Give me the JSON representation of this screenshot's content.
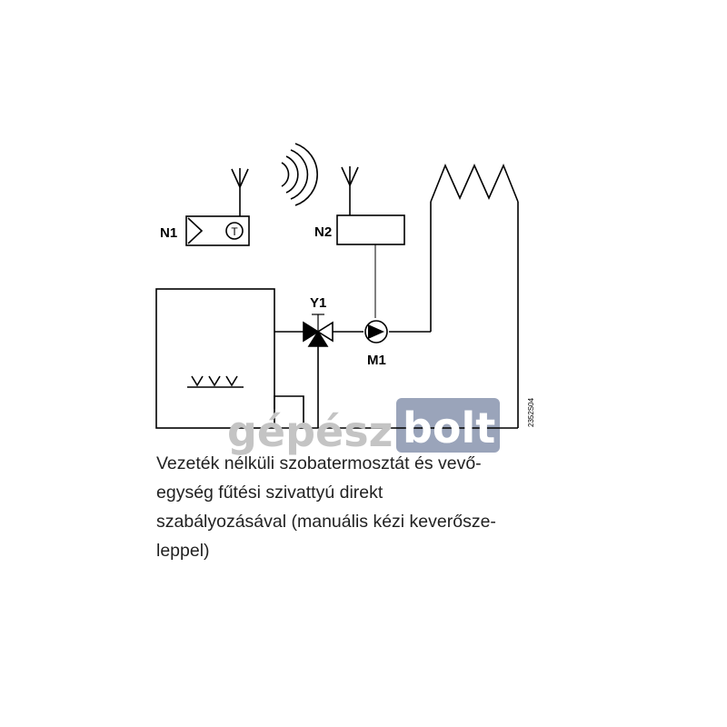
{
  "labels": {
    "thermostat": "N1",
    "receiver": "N2",
    "valve": "Y1",
    "pump": "M1",
    "thermostat_symbol": "T",
    "drawing_code": "2352S04"
  },
  "watermark": {
    "part1": "gépész",
    "part2": "bolt",
    "color_text": "#c4c4c4",
    "color_box": "#8f9ab3"
  },
  "caption": {
    "lines": [
      "Vezeték nélküli szobatermosztát és vevő-",
      "egység fűtési szivattyú direkt",
      "szabályozásával (manuális kézi keverősze-",
      "leppel)"
    ]
  }
}
